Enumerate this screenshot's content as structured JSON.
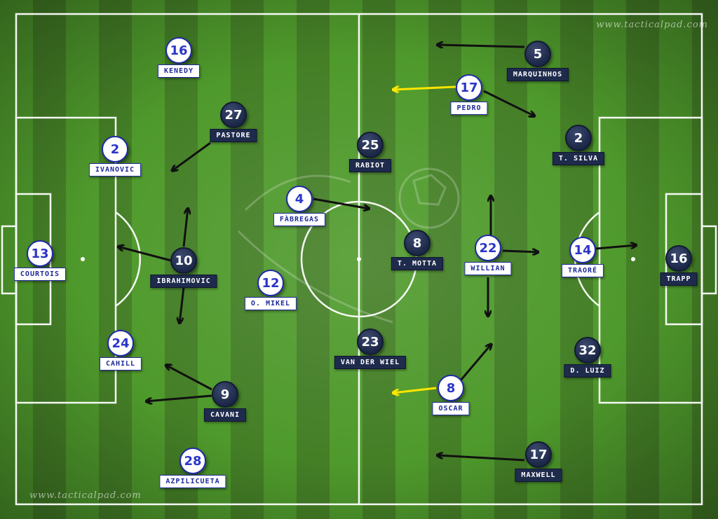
{
  "watermarks": {
    "top": "www.tacticalpad.com",
    "bottom": "www.tacticalpad.com"
  },
  "colors": {
    "home_fill": "#ffffff",
    "home_text": "#2b35c8",
    "away_fill": "#1f2b4c",
    "arrow": "#111111",
    "arrow_highlight": "#ffe600",
    "line": "#ffffff"
  },
  "home_team": [
    {
      "number": "13",
      "name": "COURTOIS"
    },
    {
      "number": "2",
      "name": "IVANOVIC"
    },
    {
      "number": "24",
      "name": "CAHILL"
    },
    {
      "number": "28",
      "name": "AZPILICUETA"
    },
    {
      "number": "16",
      "name": "KENEDY"
    },
    {
      "number": "12",
      "name": "O. MIKEL"
    },
    {
      "number": "4",
      "name": "FÀBREGAS"
    },
    {
      "number": "22",
      "name": "WILLIAN"
    },
    {
      "number": "17",
      "name": "PEDRO"
    },
    {
      "number": "8",
      "name": "OSCAR"
    },
    {
      "number": "14",
      "name": "TRAORÉ"
    }
  ],
  "away_team": [
    {
      "number": "16",
      "name": "TRAPP"
    },
    {
      "number": "2",
      "name": "T. SILVA"
    },
    {
      "number": "32",
      "name": "D. LUIZ"
    },
    {
      "number": "5",
      "name": "MARQUINHOS"
    },
    {
      "number": "17",
      "name": "MAXWELL"
    },
    {
      "number": "25",
      "name": "RABIOT"
    },
    {
      "number": "8",
      "name": "T. MOTTA"
    },
    {
      "number": "23",
      "name": "VAN DER WIEL"
    },
    {
      "number": "27",
      "name": "PASTORE"
    },
    {
      "number": "10",
      "name": "IBRAHIMOVIC"
    },
    {
      "number": "9",
      "name": "CAVANI"
    }
  ]
}
